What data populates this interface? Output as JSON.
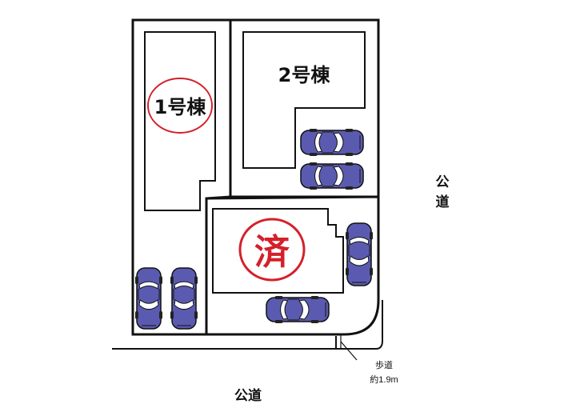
{
  "labels": {
    "building1": "1号棟",
    "building2": "2号棟",
    "sold_stamp": "済",
    "public_road_right_1": "公",
    "public_road_right_2": "道",
    "public_road_bottom": "公道",
    "sidewalk": "歩道",
    "sidewalk_width": "約1.9m"
  },
  "colors": {
    "line": "#111111",
    "stamp_red": "#d4202b",
    "car_body": "#5a5bb0",
    "car_window": "#ffffff"
  }
}
